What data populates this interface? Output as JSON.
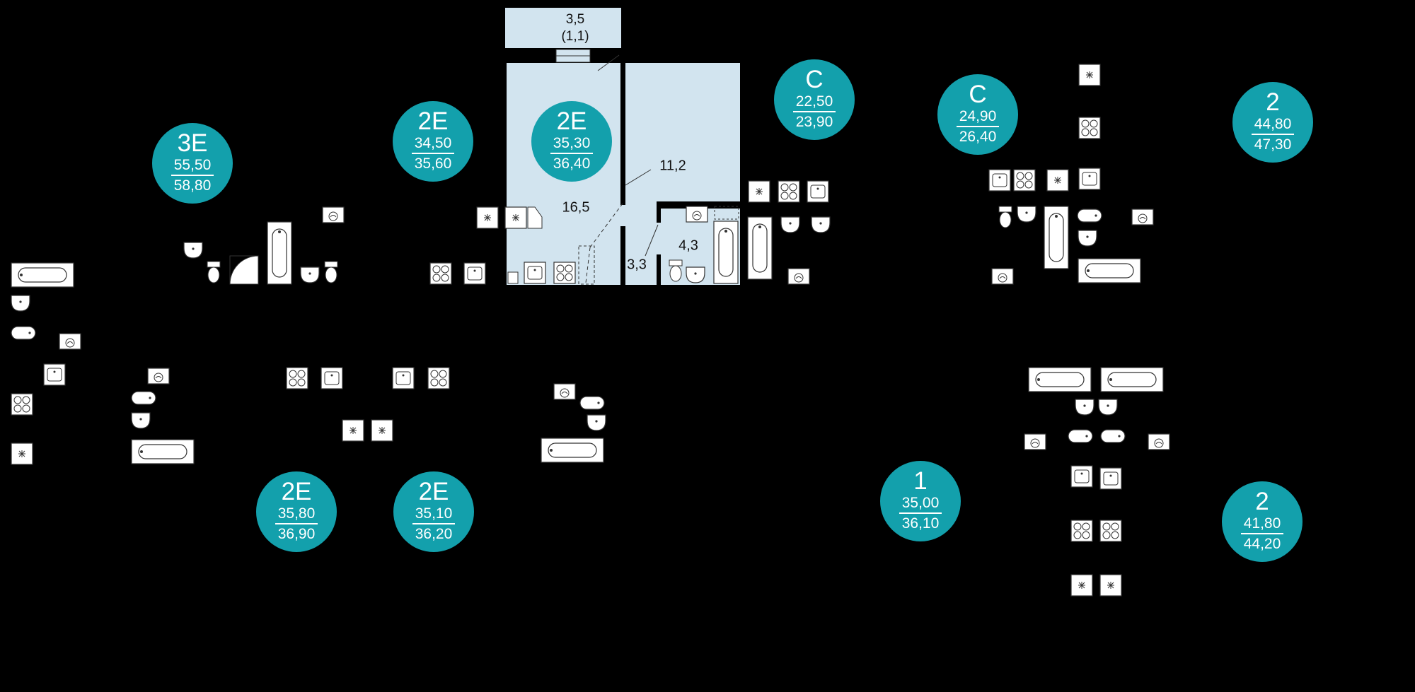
{
  "apartments": [
    {
      "type": "3E",
      "area_a": "55,50",
      "area_b": "58,80"
    },
    {
      "type": "2E",
      "area_a": "34,50",
      "area_b": "35,60"
    },
    {
      "type": "2E",
      "area_a": "35,30",
      "area_b": "36,40"
    },
    {
      "type": "C",
      "area_a": "22,50",
      "area_b": "23,90"
    },
    {
      "type": "C",
      "area_a": "24,90",
      "area_b": "26,40"
    },
    {
      "type": "2",
      "area_a": "44,80",
      "area_b": "47,30"
    },
    {
      "type": "2E",
      "area_a": "35,80",
      "area_b": "36,90"
    },
    {
      "type": "2E",
      "area_a": "35,10",
      "area_b": "36,20"
    },
    {
      "type": "1",
      "area_a": "35,00",
      "area_b": "36,10"
    },
    {
      "type": "2",
      "area_a": "41,80",
      "area_b": "44,20"
    }
  ],
  "rooms": {
    "balcony": "3,5",
    "balcony_sub": "(1,1)",
    "living": "16,5",
    "room": "11,2",
    "bath": "4,3",
    "hall": "3,3"
  },
  "colors": {
    "badge": "#13a0ac",
    "room_fill": "#d2e4ef",
    "background": "#000000"
  }
}
